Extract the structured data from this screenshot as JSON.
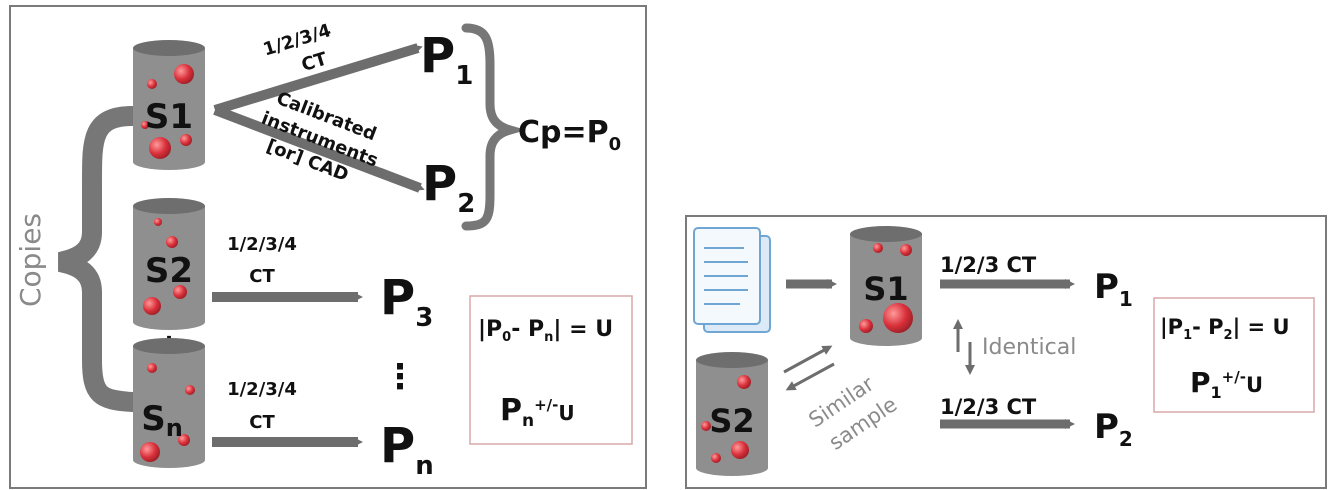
{
  "left_panel": {
    "copies_label": "Copies",
    "samples": {
      "s1": "S1",
      "s2": "S2",
      "sn_main": "S",
      "sn_sub": "n",
      "vdots": "⋮"
    },
    "arrow_labels": {
      "s1_p1_line1": "1/2/3/4",
      "s1_p1_line2": "CT",
      "s1_p2_line1": "Calibrated",
      "s1_p2_line2": "instruments",
      "s1_p2_line3": "[or] CAD",
      "s2_p3_line1": "1/2/3/4",
      "s2_p3_line2": "CT",
      "sn_pn_line1": "1/2/3/4",
      "sn_pn_line2": "CT"
    },
    "results": {
      "p": "P",
      "p1_sub": "1",
      "p2_sub": "2",
      "p3_sub": "3",
      "pn_sub": "n",
      "vdots": "⋮"
    },
    "cp_label": "Cp=P",
    "cp_sub": "0",
    "formula": {
      "line1_a": "|P",
      "line1_sub1": "0",
      "line1_b": "- P",
      "line1_sub2": "n",
      "line1_c": "| = U",
      "line2_p": "P",
      "line2_sub": "n",
      "line2_sup": "+/-",
      "line2_u": "U"
    }
  },
  "right_panel": {
    "samples": {
      "s1": "S1",
      "s2": "S2"
    },
    "arrow_labels": {
      "top": "1/2/3 CT",
      "bottom": "1/2/3 CT"
    },
    "results": {
      "p": "P",
      "p1_sub": "1",
      "p2_sub": "2"
    },
    "identical_label": "Identical",
    "similar_label_line1": "Similar",
    "similar_label_line2": "sample",
    "formula": {
      "line1_a": "|P",
      "line1_sub1": "1",
      "line1_b": "- P",
      "line1_sub2": "2",
      "line1_c": "| = U",
      "line2_p": "P",
      "line2_sub": "1",
      "line2_sup": "+/-",
      "line2_u": "U"
    }
  },
  "colors": {
    "cylinder_body": "#8f8f8f",
    "cylinder_top": "#6e6e6e",
    "arrow": "#6d6d6d",
    "brace": "#777777",
    "formula_border": "#d9a8a8",
    "document_blue": "#6fa6d3"
  }
}
